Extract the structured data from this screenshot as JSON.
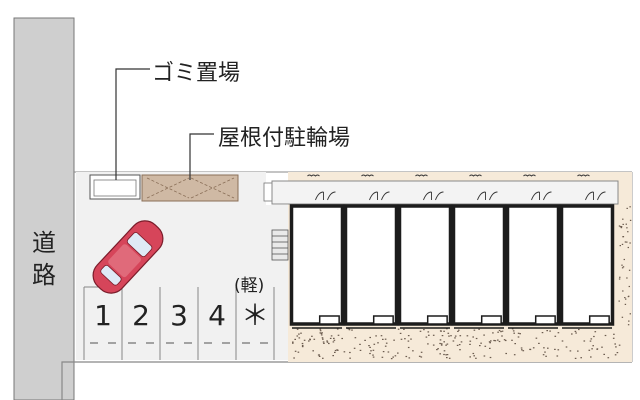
{
  "labels": {
    "road": [
      "道",
      "路"
    ],
    "garbage": "ゴミ置場",
    "bicycle_parking": "屋根付駐輪場",
    "light_vehicle": "(軽)"
  },
  "parking_spaces": [
    "1",
    "2",
    "3",
    "4",
    "＊"
  ],
  "colors": {
    "road": "#cfcfcf",
    "lot": "#f1f1f1",
    "building": "#f6ead9",
    "bike_shelter": "#cfb9a4",
    "car_body": "#d6455a",
    "unit_wall": "#1c1c1c"
  },
  "units_count": 6
}
